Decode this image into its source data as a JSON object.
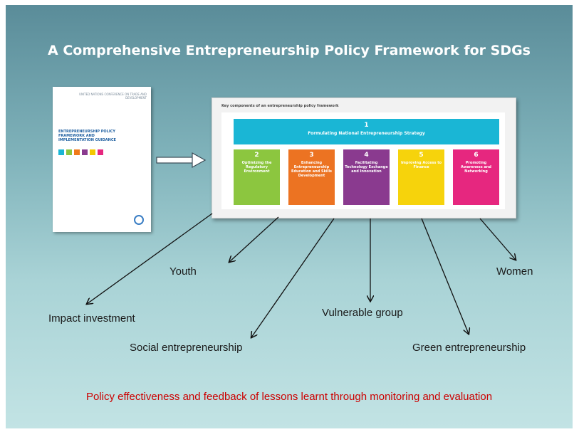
{
  "slide": {
    "title": "A Comprehensive Entrepreneurship Policy Framework for SDGs",
    "footer": "Policy effectiveness and feedback of lessons learnt through monitoring and evaluation"
  },
  "cover": {
    "org": "UNITED NATIONS CONFERENCE ON TRADE AND DEVELOPMENT",
    "title": "ENTREPRENEURSHIP POLICY FRAMEWORK AND IMPLEMENTATION GUIDANCE",
    "square_colors": [
      "#1ab6d5",
      "#8cc63f",
      "#f07a1a",
      "#8a3a8f",
      "#f4c800",
      "#e6277f"
    ]
  },
  "framework": {
    "caption": "Key components of an entrepreneurship policy framework",
    "strategy": {
      "number": "1",
      "label": "Formulating National Entrepreneurship Strategy",
      "color": "#1ab6d5"
    },
    "pillars": [
      {
        "number": "2",
        "label": "Optimizing the Regulatory Environment",
        "color": "#8cc63f"
      },
      {
        "number": "3",
        "label": "Enhancing Entrepreneurship Education and Skills Development",
        "color": "#ec7322"
      },
      {
        "number": "4",
        "label": "Facilitating Technology Exchange and Innovation",
        "color": "#8a3a8f"
      },
      {
        "number": "5",
        "label": "Improving Access to Finance",
        "color": "#f6d30c"
      },
      {
        "number": "6",
        "label": "Promoting Awareness and Networking",
        "color": "#e6277f"
      }
    ]
  },
  "targets": {
    "youth": "Youth",
    "impact_investment": "Impact investment",
    "social_entrepreneurship": "Social entrepreneurship",
    "vulnerable_group": "Vulnerable group",
    "green_entrepreneurship": "Green entrepreneurship",
    "women": "Women"
  }
}
